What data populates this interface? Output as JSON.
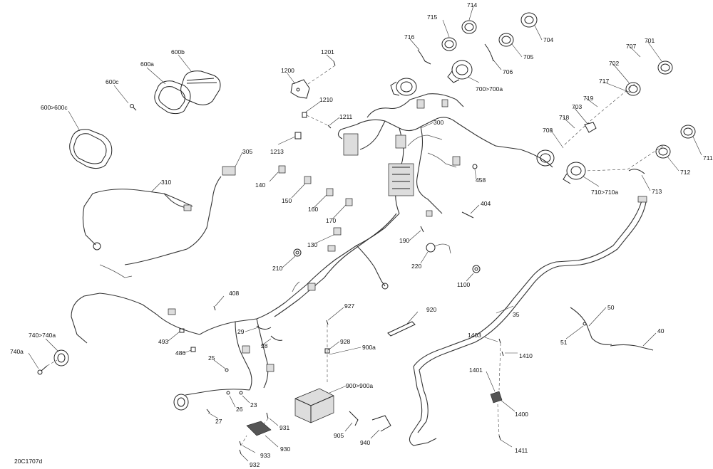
{
  "diagram_ref": "20C1707d",
  "labels": {
    "l600b": "600b",
    "l600a": "600a",
    "l600c": "600c",
    "l600_600c": "600>600c",
    "l1201": "1201",
    "l1200": "1200",
    "l1210": "1210",
    "l1211": "1211",
    "l1213": "1213",
    "l714": "714",
    "l715": "715",
    "l716": "716",
    "l704": "704",
    "l705": "705",
    "l706": "706",
    "l700_700a": "700>700a",
    "l707": "707",
    "l701": "701",
    "l702": "702",
    "l717": "717",
    "l719": "719",
    "l703": "703",
    "l718": "718",
    "l708": "708",
    "l711": "711",
    "l712": "712",
    "l713": "713",
    "l710_710a": "710>710a",
    "l300": "300",
    "l305": "305",
    "l310": "310",
    "l140": "140",
    "l150": "150",
    "l160": "160",
    "l170": "170",
    "l130": "130",
    "l210": "210",
    "l458": "458",
    "l404": "404",
    "l190": "190",
    "l220": "220",
    "l1100": "1100",
    "l408": "408",
    "l493": "493",
    "l486": "486",
    "l29": "29",
    "l28": "28",
    "l25": "25",
    "l740_740a": "740>740a",
    "l740a": "740a",
    "l927": "927",
    "l928": "928",
    "l900a": "900a",
    "l920": "920",
    "l900_900a": "900>900a",
    "l35": "35",
    "l50": "50",
    "l51": "51",
    "l40": "40",
    "l1403": "1403",
    "l1410": "1410",
    "l1401": "1401",
    "l1400": "1400",
    "l1411": "1411",
    "l26": "26",
    "l23": "23",
    "l27": "27",
    "l931": "931",
    "l930": "930",
    "l933": "933",
    "l932": "932",
    "l905": "905",
    "l940": "940"
  }
}
